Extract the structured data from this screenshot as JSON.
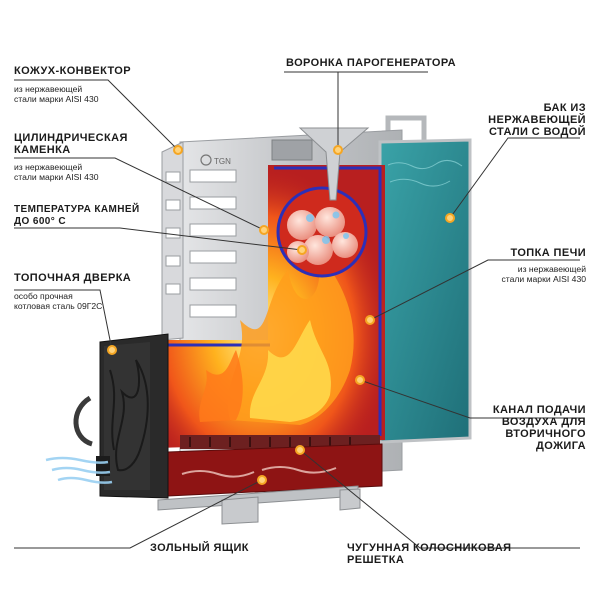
{
  "labels": {
    "casing": {
      "title": "КОЖУХ-КОНВЕКТОР",
      "sub": [
        "из нержавеющей",
        "стали марки AISI 430"
      ]
    },
    "funnel": {
      "title": "ВОРОНКА ПАРОГЕНЕРАТОРА"
    },
    "tank": {
      "title": [
        "БАК ИЗ",
        "НЕРЖАВЕЮЩЕЙ",
        "СТАЛИ С ВОДОЙ"
      ]
    },
    "heater": {
      "title": [
        "ЦИЛИНДРИЧЕСКАЯ",
        "КАМЕНКА"
      ],
      "sub": [
        "из нержавеющей",
        "стали марки AISI 430"
      ]
    },
    "temperature": {
      "title": [
        "ТЕМПЕРАТУРА КАМНЕЙ",
        "ДО 600° С"
      ]
    },
    "firebox": {
      "title": "ТОПКА ПЕЧИ",
      "sub": [
        "из нержавеющей",
        "стали марки AISI 430"
      ]
    },
    "door": {
      "title": "ТОПОЧНАЯ ДВЕРКА",
      "sub": [
        "особо прочная",
        "котловая сталь 09Г2С"
      ]
    },
    "air_channel": {
      "title": [
        "КАНАЛ ПОДАЧИ",
        "ВОЗДУХА ДЛЯ",
        "ВТОРИЧНОГО",
        "ДОЖИГА"
      ]
    },
    "ash_box": {
      "title": "ЗОЛЬНЫЙ ЯЩИК"
    },
    "grate": {
      "title": [
        "ЧУГУННАЯ КОЛОСНИКОВАЯ",
        "РЕШЕТКА"
      ]
    }
  },
  "brand_logo": "TGN",
  "colors": {
    "steel": "#c9cbce",
    "steel_dark": "#8f9397",
    "firebox_red": "#b81f1f",
    "water": "#2f8f96",
    "door": "#2a2a2a",
    "marker": "#f5a623",
    "inner_outline": "#2c2fb8"
  },
  "icons": [
    "marker-dot-icon",
    "air-flow-icon",
    "stone-icon"
  ]
}
